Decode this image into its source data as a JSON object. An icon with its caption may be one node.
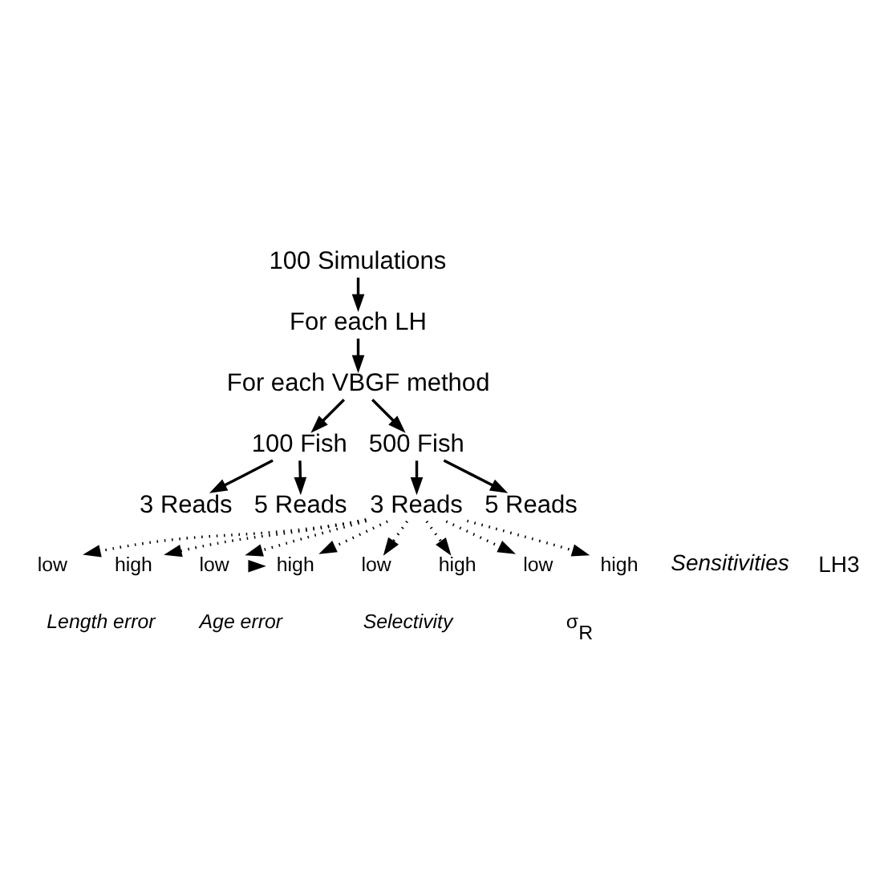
{
  "diagram": {
    "nodes": [
      {
        "text": [
          "100 Simulations"
        ]
      },
      {
        "text": [
          "For each LH"
        ]
      },
      {
        "text": [
          "For each VBGF method"
        ]
      },
      {
        "text": [
          "100 Fish"
        ]
      },
      {
        "text": [
          "500 Fish"
        ]
      },
      {
        "text": [
          "3 Reads"
        ]
      },
      {
        "text": [
          "5 Reads"
        ]
      },
      {
        "text": [
          "3 Reads"
        ]
      },
      {
        "text": [
          "5 Reads"
        ]
      },
      {
        "text": [
          "low"
        ]
      },
      {
        "text": [
          "high"
        ]
      },
      {
        "text": [
          "low"
        ]
      },
      {
        "text": [
          "high"
        ]
      },
      {
        "text": [
          "low"
        ]
      },
      {
        "text": [
          "high"
        ]
      },
      {
        "text": [
          "low"
        ]
      },
      {
        "text": [
          "high"
        ]
      }
    ],
    "edges": [
      {
        "from": 0,
        "to": 1,
        "arrow": "to"
      },
      {
        "from": 1,
        "to": 2,
        "arrow": "to"
      },
      {
        "from": 2,
        "to": 3,
        "arrow": "to"
      },
      {
        "from": 2,
        "to": 4,
        "arrow": "to"
      },
      {
        "from": 3,
        "to": 5,
        "arrow": "to"
      },
      {
        "from": 3,
        "to": 6,
        "arrow": "to"
      },
      {
        "from": 4,
        "to": 7,
        "arrow": "to"
      },
      {
        "from": 4,
        "to": 8,
        "arrow": "to"
      },
      {
        "from": 7,
        "to": 9,
        "arrow": "to",
        "style": "dashed"
      },
      {
        "from": 7,
        "to": 10,
        "arrow": "to",
        "style": "dashed"
      },
      {
        "from": 7,
        "to": 11,
        "arrow": "to",
        "style": "dashed"
      },
      {
        "from": 7,
        "to": 12,
        "arrow": "to",
        "style": "dashed"
      },
      {
        "from": 7,
        "to": 13,
        "arrow": "to",
        "style": "dashed"
      },
      {
        "from": 7,
        "to": 14,
        "arrow": "to",
        "style": "dashed"
      },
      {
        "from": 7,
        "to": 15,
        "arrow": "to",
        "style": "dashed"
      },
      {
        "from": 7,
        "to": 16,
        "arrow": "to",
        "style": "dashed"
      },
      {
        "from": 11,
        "to": 12,
        "arrow": "to",
        "style": "dashed"
      }
    ],
    "labels": [
      "Sensitivities",
      "LH3",
      "Length error",
      "Age error",
      "Selectivity",
      "σ$_{R}$"
    ]
  }
}
